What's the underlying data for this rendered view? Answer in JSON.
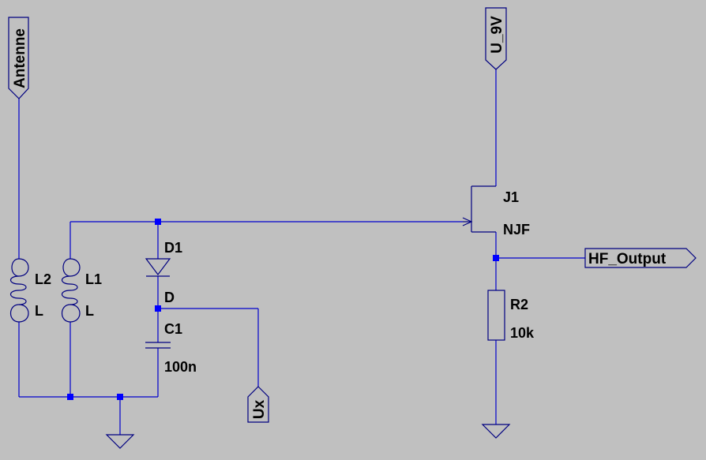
{
  "schematic": {
    "net_labels": {
      "antenna": "Antenne",
      "supply": "U_9V",
      "output": "HF_Output",
      "tuning": "Ux"
    },
    "components": {
      "L2": {
        "name": "L2",
        "value": "L"
      },
      "L1": {
        "name": "L1",
        "value": "L"
      },
      "D1": {
        "name": "D1",
        "value": "D"
      },
      "C1": {
        "name": "C1",
        "value": "100n"
      },
      "J1": {
        "name": "J1",
        "value": "NJF"
      },
      "R2": {
        "name": "R2",
        "value": "10k"
      }
    },
    "colors": {
      "background": "#c0c0c0",
      "wire": "#0000cc",
      "junction": "#0000ff",
      "symbol": "#000080"
    }
  }
}
